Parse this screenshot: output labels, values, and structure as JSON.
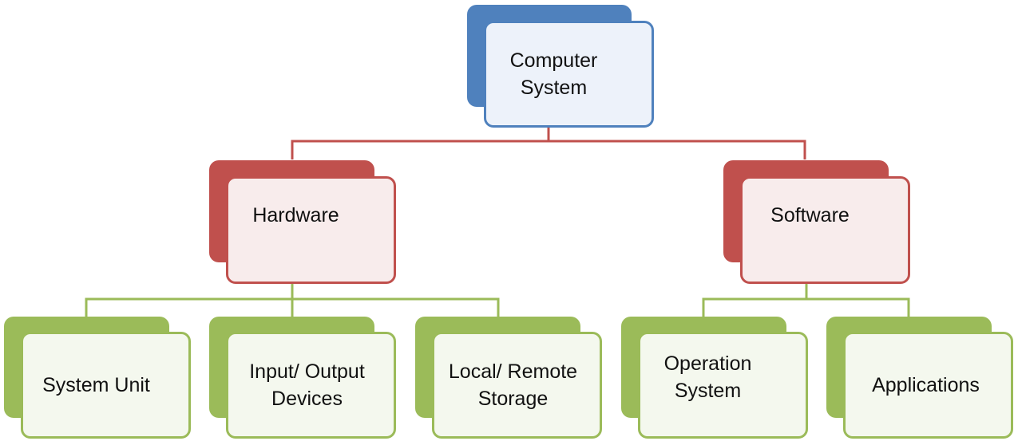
{
  "colors": {
    "root": "#4F81BD",
    "root_fill": "#EDF2FA",
    "level1": "#C0504D",
    "level1_fill": "#F8ECEC",
    "level2": "#9BBB59",
    "level2_fill": "#F4F8EE"
  },
  "nodes": {
    "computer_system": "Computer\nSystem",
    "hardware": "Hardware",
    "software": "Software",
    "system_unit": "System Unit",
    "io_devices": "Input/ Output\nDevices",
    "storage": "Local/ Remote\nStorage",
    "operation_system": "Operation\nSystem",
    "applications": "Applications"
  }
}
